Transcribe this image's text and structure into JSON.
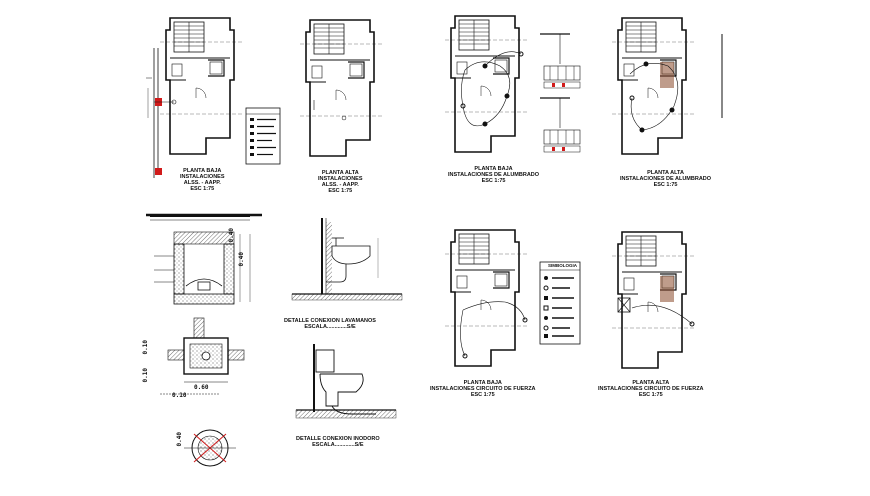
{
  "sheet": {
    "planta_baja_inst": {
      "title": "PLANTA BAJA",
      "subtitle": "INSTALACIONES",
      "note": "ALSS. - AAPP.",
      "scale": "ESC 1:75"
    },
    "planta_alta_inst": {
      "title": "PLANTA ALTA",
      "subtitle": "INSTALACIONES",
      "note": "ALSS. - AAPP.",
      "scale": "ESC 1:75"
    },
    "planta_baja_alum": {
      "title": "PLANTA BAJA",
      "subtitle": "INSTALACIONES DE ALUMBRADO",
      "scale": "ESC 1:75"
    },
    "planta_alta_alum": {
      "title": "PLANTA ALTA",
      "subtitle": "INSTALACIONES DE ALUMBRADO",
      "scale": "ESC 1:75"
    },
    "planta_baja_fuerza": {
      "title": "PLANTA BAJA",
      "subtitle": "INSTALACIONES CIRCUITO DE FUERZA",
      "scale": "ESC 1:75"
    },
    "planta_alta_fuerza": {
      "title": "PLANTA ALTA",
      "subtitle": "INSTALACIONES CIRCUITO DE FUERZA",
      "scale": "ESC 1:75"
    },
    "detalle_lavamanos": {
      "title": "DETALLE CONEXION LAVAMANOS",
      "scale": "ESCALA.............S/E"
    },
    "detalle_inodoro": {
      "title": "DETALLE CONEXION INODORO",
      "scale": "ESCALA.............S/E"
    },
    "legend_title": "SIMBOLOGIA",
    "dims": {
      "caja_top": "0.40",
      "caja_side": "0.40",
      "cruz_h": "0.60",
      "cruz_v1": "0.10",
      "cruz_v2": "0.10",
      "cruz_b": "0.10",
      "circ": "0.40"
    }
  },
  "colors": {
    "line": "#111111",
    "accent_red": "#d11a1a",
    "brown": "#8b4a2b"
  }
}
